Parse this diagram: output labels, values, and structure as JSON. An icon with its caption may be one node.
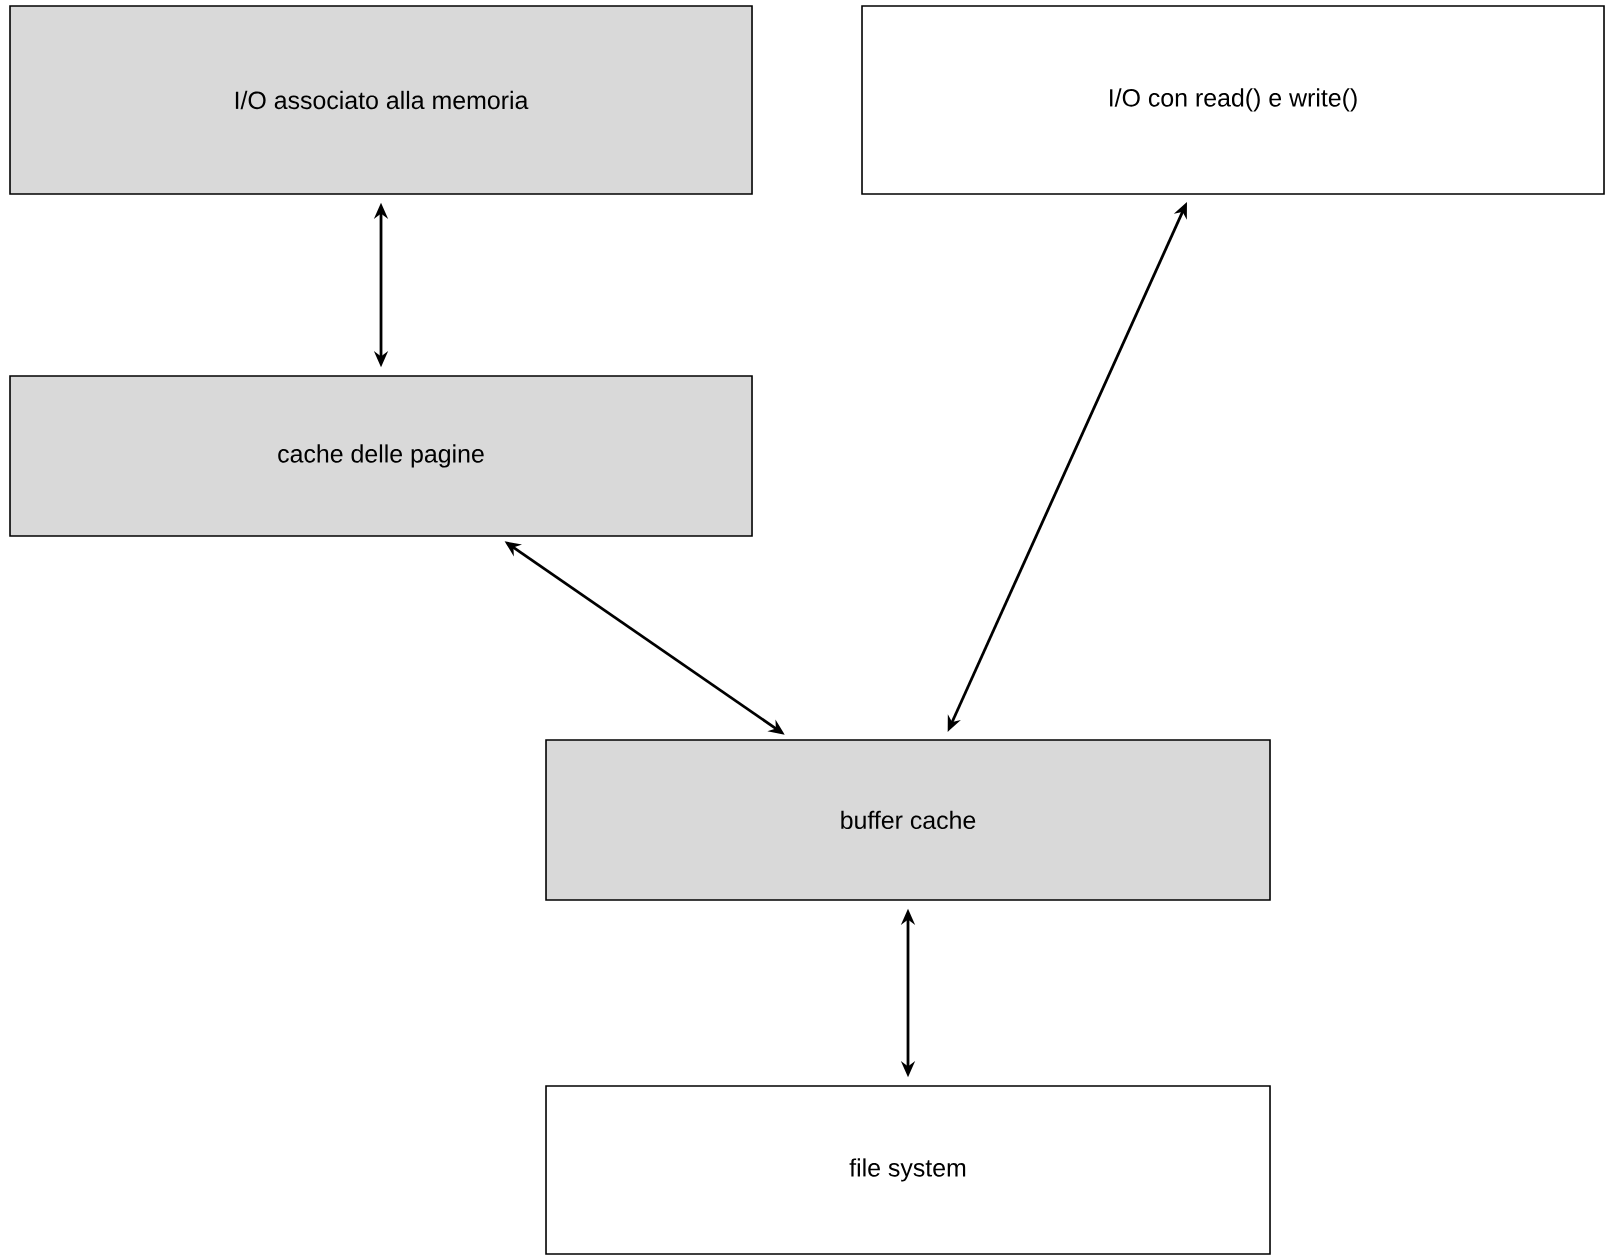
{
  "diagram": {
    "nodes": [
      {
        "text": [
          "I/O associato alla memoria"
        ]
      },
      {
        "text": [
          "I/O con read() e write()"
        ]
      },
      {
        "text": [
          "cache delle pagine"
        ]
      },
      {
        "text": [
          "buffer cache"
        ]
      },
      {
        "text": [
          "file system"
        ]
      }
    ],
    "edges": [
      {
        "from": 0,
        "to": 2,
        "arrow": "both"
      },
      {
        "from": 2,
        "to": 3,
        "arrow": "both"
      },
      {
        "from": 1,
        "to": 3,
        "arrow": "both"
      },
      {
        "from": 3,
        "to": 4,
        "arrow": "both"
      }
    ]
  }
}
